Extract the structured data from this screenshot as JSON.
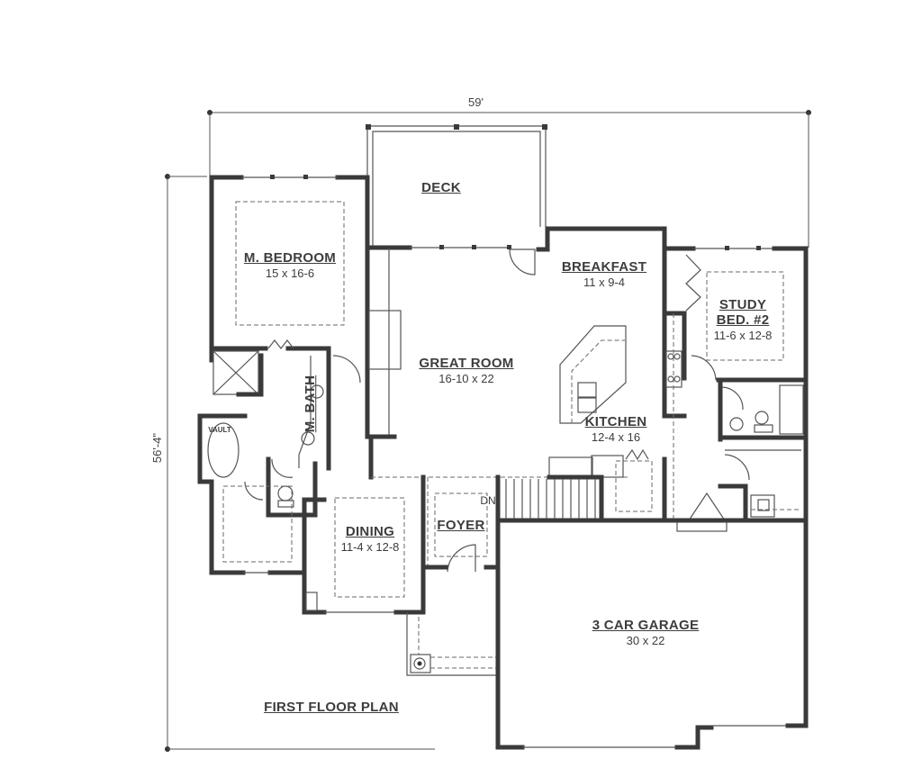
{
  "plan": {
    "title": "FIRST FLOOR PLAN",
    "overall_width": "59'",
    "overall_depth": "56'-4\"",
    "stair_label": "DN",
    "tub_label": "VAULT"
  },
  "rooms": [
    {
      "id": "deck",
      "name": "DECK",
      "size": ""
    },
    {
      "id": "master-bedroom",
      "name": "M. BEDROOM",
      "size": "15 x 16-6"
    },
    {
      "id": "breakfast",
      "name": "BREAKFAST",
      "size": "11 x 9-4"
    },
    {
      "id": "study",
      "name": "STUDY",
      "name2": "BED. #2",
      "size": "11-6 x 12-8"
    },
    {
      "id": "great-room",
      "name": "GREAT ROOM",
      "size": "16-10 x 22"
    },
    {
      "id": "master-bath",
      "name": "M. BATH",
      "size": ""
    },
    {
      "id": "kitchen",
      "name": "KITCHEN",
      "size": "12-4 x 16"
    },
    {
      "id": "dining",
      "name": "DINING",
      "size": "11-4 x 12-8"
    },
    {
      "id": "foyer",
      "name": "FOYER",
      "size": ""
    },
    {
      "id": "garage",
      "name": "3 CAR GARAGE",
      "size": "30 x 22"
    }
  ],
  "colors": {
    "wall": "#3a3a3a",
    "line": "#555555",
    "background": "#ffffff"
  }
}
